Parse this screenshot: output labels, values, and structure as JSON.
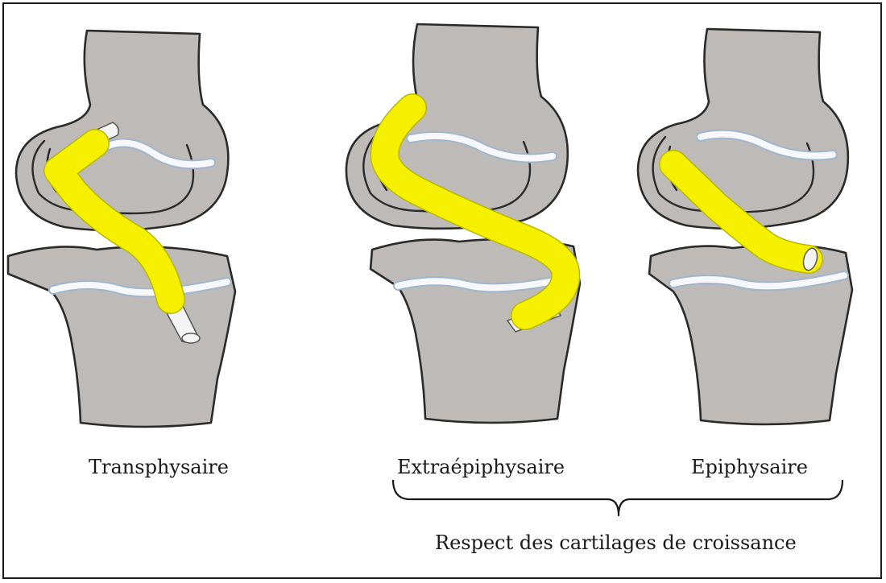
{
  "figure": {
    "labels": {
      "transphysaire": "Transphysaire",
      "extraepiphysaire": "Extraépiphysaire",
      "epiphysaire": "Epiphysaire",
      "respect": "Respect des cartilages de croissance"
    },
    "colors": {
      "bone": "#bdbab7",
      "outline": "#2a2a2a",
      "graft": "#f5f000",
      "growth_plate": "#f6f8fb",
      "growth_plate_edge": "#9fb6cc"
    }
  }
}
